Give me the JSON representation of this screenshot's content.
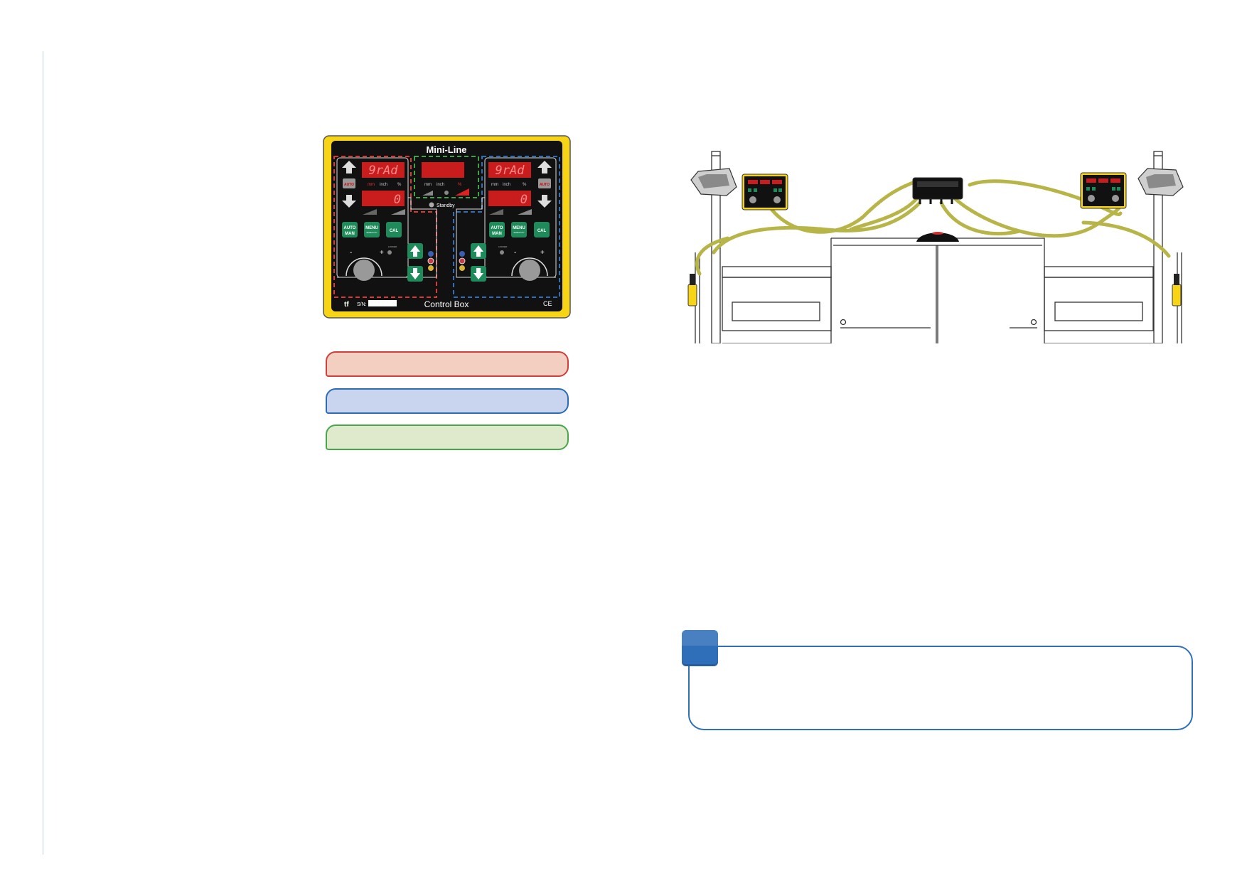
{
  "control_box": {
    "brand": "Mini-Line",
    "footer_label": "Control Box",
    "serial_label": "S/N:",
    "logo_text": "tf",
    "ce_mark": "CE",
    "display_left_top": "9rAd",
    "display_left_bottom": "0",
    "display_right_top": "9rAd",
    "display_right_bottom": "0",
    "center_display": "",
    "unit_mm": "mm",
    "unit_inch": "inch",
    "unit_percent": "%",
    "auto_small": "AUTO",
    "auto_man_1": "AUTO",
    "auto_man_2": "MAN",
    "menu_1": "MENU",
    "menu_2": "SENSITIVITY",
    "cal": "CAL",
    "standby": "Standby",
    "locked": "LOCKED",
    "minus": "-",
    "plus": "+",
    "colors": {
      "frame": "#f7d416",
      "panel": "#111111",
      "red_zone": "#d93a33",
      "blue_zone": "#2f6fb8",
      "green_zone": "#43a047",
      "button": "#1f8a5a",
      "display": "#c91c1c"
    }
  },
  "legend": [
    {
      "color": "#cf3f3b",
      "text": ""
    },
    {
      "color": "#2c6cb3",
      "text": ""
    },
    {
      "color": "#4aa64a",
      "text": ""
    }
  ],
  "machine": {
    "description": "",
    "icons": [
      "side-control-box-icon",
      "central-control-unit-icon",
      "sensor-icon",
      "coiled-cable-icon"
    ]
  },
  "note": {
    "text": ""
  }
}
